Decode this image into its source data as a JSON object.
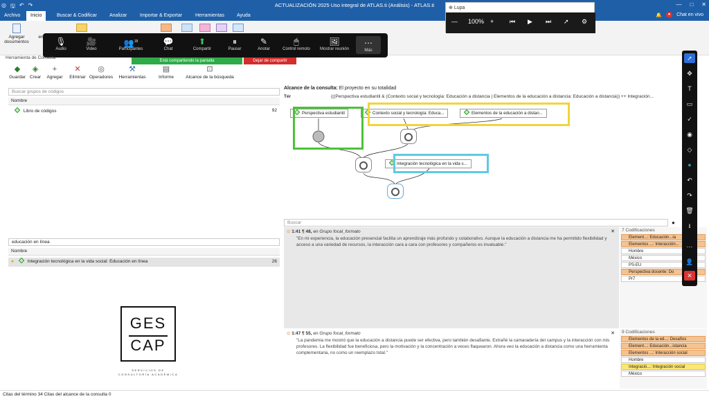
{
  "window": {
    "title": "ACTUALIZACIÓN 2025 Uso integral de ATLAS.ti (Análisis) - ATLAS.ti",
    "controls": [
      "—",
      "□",
      "✕"
    ]
  },
  "ribbon_tabs": [
    "Archivo",
    "Inicio",
    "Buscar & Codificar",
    "Analizar",
    "Importar & Exportar",
    "Herramientas",
    "Ayuda"
  ],
  "live_chat": "Chat en vivo",
  "ribbon": {
    "add_documents": "Agregar documentos",
    "en": "en"
  },
  "zoom": {
    "items": [
      "Audio",
      "Video",
      "Participantes",
      "Chat",
      "Compartir",
      "Pausar",
      "Anotar",
      "Control remoto",
      "Mostrar reunión",
      "Más"
    ],
    "participants_count": "18",
    "sharing_text": "Está compartiendo la pantalla",
    "stop_share": "Dejar de compartir"
  },
  "lupa": {
    "title": "Lupa",
    "zoom": "100%"
  },
  "left_panel": {
    "title": "Herramienta de Consulta",
    "toolbar": [
      "Guardar",
      "Crear",
      "Agregar",
      "Eliminar",
      "Operadores",
      "Herramientas",
      "Informe",
      "Alcance de la búsqueda"
    ],
    "search_placeholder": "Buscar grupos de códigos",
    "col_name": "Nombre",
    "codebook": "Libro de códigos",
    "codebook_count": "92",
    "filter_value": "educación en línea",
    "col_name2": "Nombre",
    "result_item": "Integración tecnológica en la vida social: Educación en línea",
    "result_count": "26"
  },
  "logo": {
    "line1": "GES",
    "line2": "CAP",
    "sub1": "SERVICIOS DE",
    "sub2": "CONSULTORÍA ACADÉMICA"
  },
  "right_panel": {
    "scope_label": "Alcance de la consulta:",
    "scope_value": "El proyecto en su totalidad",
    "terms_label": "Tér",
    "terms_value": "(((Perspectiva estudiantil & (Contexto social y tecnología: Educación a distancia | Elementos de la educación a distancia: Educación a distancia)) ++ Integración...",
    "nodes": {
      "n1": "Perspectiva estudiantil",
      "n2": "Contexto social y tecnología: Educa...",
      "n3": "Elementos de la educación a distan...",
      "n4": "Integración tecnológica en la vida s..."
    },
    "search_placeholder": "Buscar",
    "quotes": [
      {
        "id": "1:41 ¶ 48,",
        "group_prefix": "en",
        "group": "Grupo focal_formato",
        "text": "\"En mi experiencia, la educación presencial facilita un aprendizaje más profundo y colaborativo. Aunque la educación a distancia me ha permitido flexibilidad y acceso a una variedad de recursos, la interacción cara a cara con profesores y compañeros es invaluable.\"",
        "codes_title": "7 Codificaciones",
        "codes": [
          {
            "label": "Element...: Educación...ia",
            "color": "orange"
          },
          {
            "label": "Elementos ...: Interacción...",
            "color": "orange"
          },
          {
            "label": "Hombre",
            "color": "white"
          },
          {
            "label": "México",
            "color": "white"
          },
          {
            "label": "PS-EU",
            "color": "white"
          },
          {
            "label": "Perspectiva docente: Do",
            "color": "orange"
          },
          {
            "label": "Pr7",
            "color": "white"
          }
        ]
      },
      {
        "id": "1:47 ¶ 55,",
        "group_prefix": "en",
        "group": "Grupo focal_formato",
        "text": "\"La pandemia me mostró que la educación a distancia puede ser efectiva, pero también desafiante. Extrañé la camaradería del campus y la interacción con mis profesores. La flexibilidad fue beneficiosa, pero la motivación y la concentración a veces flaquearon. Ahora veo la educación a distancia como una herramienta complementaria, no como un reemplazo total.\"",
        "codes_title": "9 Codificaciones",
        "codes": [
          {
            "label": "Elementos de la ed...: Desafíos",
            "color": "orange"
          },
          {
            "label": "Element...: Educación...istancia",
            "color": "orange"
          },
          {
            "label": "Elementos ...: Interacción social",
            "color": "orange"
          },
          {
            "label": "Hombre",
            "color": "white"
          },
          {
            "label": "Integració...: Integración social",
            "color": "yellow"
          },
          {
            "label": "México",
            "color": "white"
          }
        ]
      }
    ]
  },
  "status": {
    "text": "Citas del término 34  Citas del alcance de la consulta 0"
  },
  "colors": {
    "accent": "#1f5fa8",
    "green_highlight": "#4dc13a",
    "yellow_highlight": "#f2d43a",
    "cyan_highlight": "#5fc9e3"
  }
}
